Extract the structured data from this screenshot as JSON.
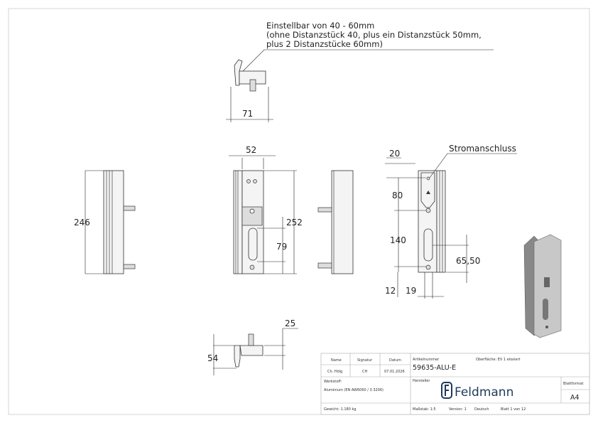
{
  "note": {
    "line1": "Einstellbar von 40 - 60mm",
    "line2": "(ohne Distanzstück 40, plus ein Distanzstück 50mm,",
    "line3": "plus 2 Distanzstücke 60mm)"
  },
  "dimensions": {
    "top_width": "71",
    "left_height": "246",
    "front_width": "52",
    "front_height": "252",
    "front_offset": "79",
    "back_top": "20",
    "back_callout": "Stromanschluss",
    "back_80": "80",
    "back_140": "140",
    "back_65": "65,50",
    "back_12": "12",
    "back_19": "19",
    "bottom_54": "54",
    "bottom_25": "25"
  },
  "title_block": {
    "name_label": "Name",
    "signatur_label": "Signatur",
    "datum_label": "Datum",
    "name": "Ch. Hölg",
    "signatur": "CH",
    "datum": "07.01.2026",
    "artikelnummer_label": "Artikelnummer",
    "artikelnummer": "59635-ALU-E",
    "oberflaeche": "Oberfläche:  EV 1 eloxiert",
    "werkstoff_label": "Werkstoff:",
    "werkstoff": "Aluminium (EN AW6060 / 3.3206)",
    "hersteller_label": "Hersteller",
    "logo_text": "Feldmann",
    "logo_color": "#1d3a5c",
    "blattformat_label": "Blattformat",
    "blattformat": "A4",
    "gewicht": "Gewicht: 1.180 kg",
    "massstab": "Maßstab: 1:5",
    "version": "Version: 1",
    "sprache": "Deutsch",
    "blatt": "Blatt 1 von 12"
  }
}
